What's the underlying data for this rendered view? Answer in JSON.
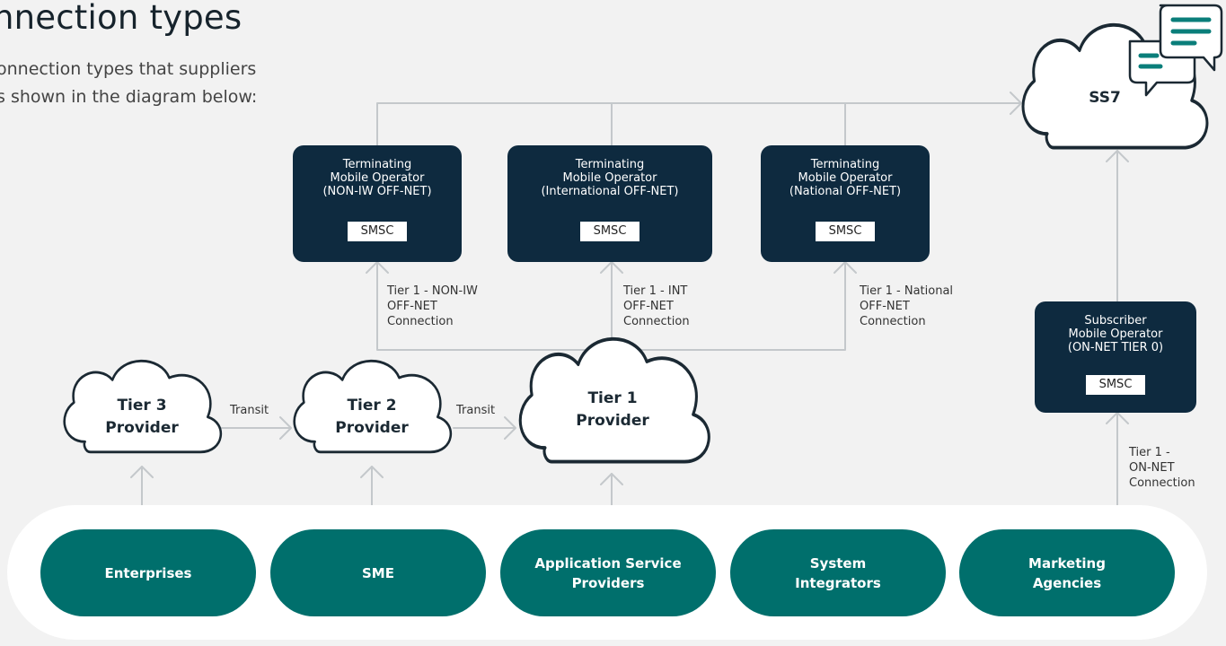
{
  "header": {
    "title": "nnection types",
    "intro_line1": "onnection types that suppliers",
    "intro_line2": "s shown in the diagram below:"
  },
  "operators": [
    {
      "line1": "Terminating",
      "line2": "Mobile Operator",
      "line3": "(NON-IW OFF-NET)",
      "smsc": "SMSC"
    },
    {
      "line1": "Terminating",
      "line2": "Mobile Operator",
      "line3": "(International OFF-NET)",
      "smsc": "SMSC"
    },
    {
      "line1": "Terminating",
      "line2": "Mobile Operator",
      "line3": "(National OFF-NET)",
      "smsc": "SMSC"
    },
    {
      "line1": "Subscriber",
      "line2": "Mobile Operator",
      "line3": "(ON-NET TIER 0)",
      "smsc": "SMSC"
    }
  ],
  "connections": [
    {
      "line1": "Tier 1 - NON-IW",
      "line2": "OFF-NET",
      "line3": "Connection"
    },
    {
      "line1": "Tier 1 - INT",
      "line2": "OFF-NET",
      "line3": "Connection"
    },
    {
      "line1": "Tier 1 - National",
      "line2": "OFF-NET",
      "line3": "Connection"
    },
    {
      "line1": "Tier 1 -",
      "line2": "ON-NET",
      "line3": "Connection"
    }
  ],
  "providers": [
    {
      "line1": "Tier 3",
      "line2": "Provider"
    },
    {
      "line1": "Tier 2",
      "line2": "Provider"
    },
    {
      "line1": "Tier 1",
      "line2": "Provider"
    }
  ],
  "transit_label": "Transit",
  "ss7_label": "SS7",
  "customers": [
    {
      "line1": "Enterprises",
      "line2": ""
    },
    {
      "line1": "SME",
      "line2": ""
    },
    {
      "line1": "Application Service",
      "line2": "Providers"
    },
    {
      "line1": "System",
      "line2": "Integrators"
    },
    {
      "line1": "Marketing",
      "line2": "Agencies"
    }
  ],
  "colors": {
    "operator_bg": "#0e2a3f",
    "customer_bg": "#006f6c",
    "line": "#c4c8cb",
    "cloud_stroke": "#1b2933",
    "chat_icon": "#0a7e7a"
  }
}
